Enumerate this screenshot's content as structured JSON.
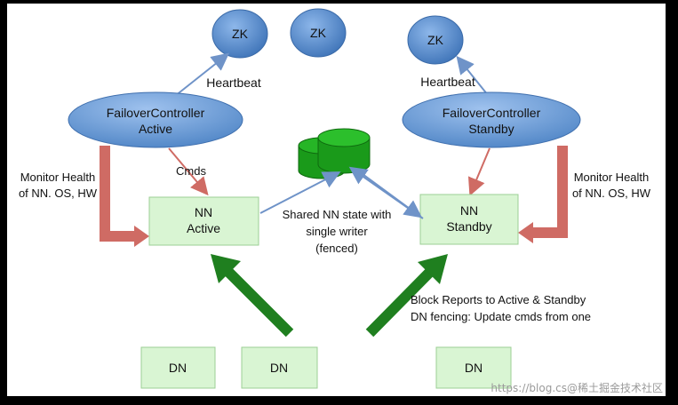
{
  "diagram": {
    "zk_nodes": [
      "ZK",
      "ZK",
      "ZK"
    ],
    "failover_active": {
      "line1": "FailoverController",
      "line2": "Active"
    },
    "failover_standby": {
      "line1": "FailoverController",
      "line2": "Standby"
    },
    "heartbeat_left": "Heartbeat",
    "heartbeat_right": "Heartbeat",
    "cmds": "Cmds",
    "monitor_left": {
      "line1": "Monitor Health",
      "line2": "of NN. OS, HW"
    },
    "monitor_right": {
      "line1": "Monitor Health",
      "line2": "of NN. OS, HW"
    },
    "nn_active": {
      "line1": "NN",
      "line2": "Active"
    },
    "nn_standby": {
      "line1": "NN",
      "line2": "Standby"
    },
    "shared_state": {
      "line1": "Shared NN state with",
      "line2": "single writer",
      "line3": "(fenced)"
    },
    "block_reports": {
      "line1": "Block Reports to Active & Standby",
      "line2": "DN fencing: Update cmds from one"
    },
    "dn_nodes": [
      "DN",
      "DN",
      "DN"
    ],
    "watermark": "https://blog.cs@稀土掘金技术社区"
  },
  "colors": {
    "zk_fill": "#4f86c6",
    "ellipse_fill": "#6a9fd8",
    "nn_fill": "#d9f5d3",
    "dn_fill": "#d9f5d3",
    "storage_green": "#1a9a1a",
    "big_arrow_green": "#1f7f1f",
    "health_arrow_red": "#cf6b64",
    "thin_arrow_blue": "#6f93c8"
  }
}
